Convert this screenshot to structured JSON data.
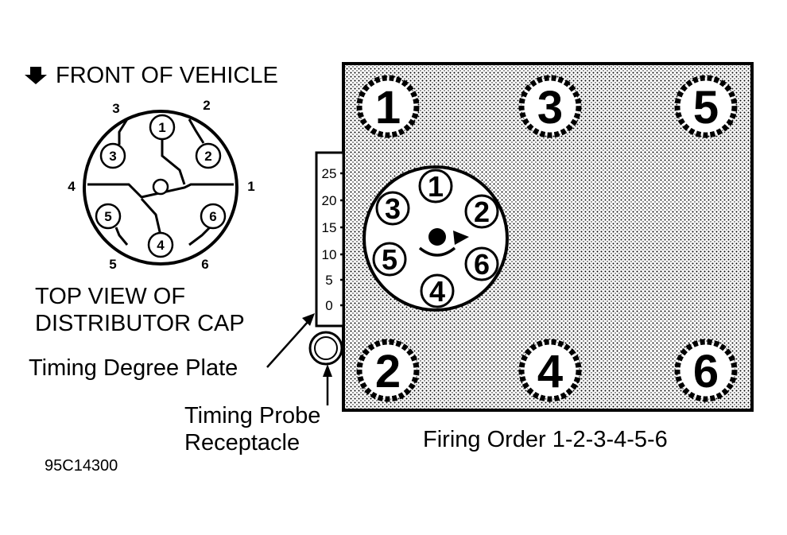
{
  "labels": {
    "front": "FRONT OF VEHICLE",
    "top_view_line1": "TOP VIEW OF",
    "top_view_line2": "DISTRIBUTOR CAP",
    "timing_plate": "Timing Degree Plate",
    "probe_line1": "Timing Probe",
    "probe_line2": "Receptacle",
    "firing_order": "Firing Order 1-2-3-4-5-6",
    "figure_code": "95C14300"
  },
  "cap_outer_numbers": [
    "3",
    "2",
    "4",
    "1",
    "5",
    "6"
  ],
  "cap_inner_numbers": [
    "1",
    "2",
    "3",
    "5",
    "6",
    "4"
  ],
  "timing_marks": [
    "25",
    "20",
    "15",
    "10",
    "5",
    "0"
  ],
  "cylinders": [
    "1",
    "3",
    "5",
    "2",
    "4",
    "6"
  ],
  "rotor_numbers": [
    "1",
    "2",
    "3",
    "5",
    "6",
    "4"
  ]
}
